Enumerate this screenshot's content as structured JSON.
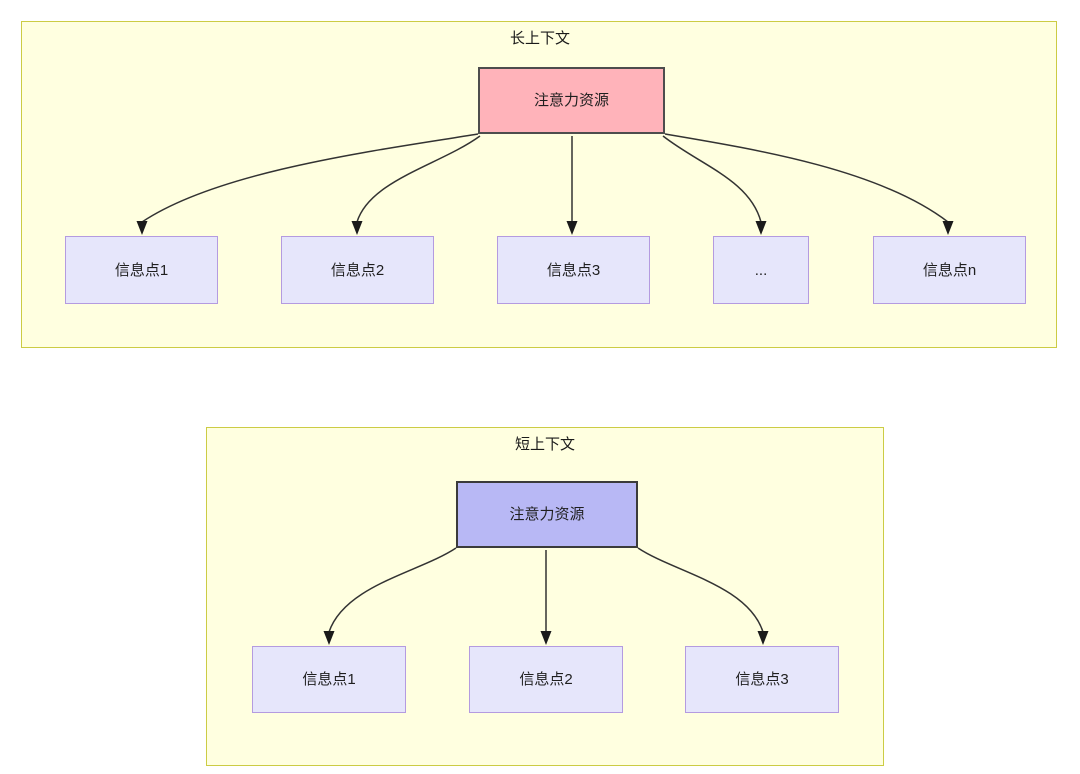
{
  "diagram": {
    "type": "flow-diagram",
    "background": "#ffffff",
    "colors": {
      "group_fill": "#ffffe0",
      "group_border": "#cccc44",
      "attention_long_fill": "#ffb3ba",
      "attention_long_border": "#4d4d4d",
      "attention_short_fill": "#b8b8f5",
      "attention_short_border": "#3b3b3b",
      "info_fill": "#e6e6fb",
      "info_border": "#b49be0",
      "edge_stroke": "#333333",
      "text": "#1f1f1f"
    },
    "groups": [
      {
        "id": "long-context",
        "title": "长上下文",
        "root": {
          "id": "attn-long",
          "label": "注意力资源"
        },
        "children": [
          {
            "id": "info-long-1",
            "label": "信息点1"
          },
          {
            "id": "info-long-2",
            "label": "信息点2"
          },
          {
            "id": "info-long-3",
            "label": "信息点3"
          },
          {
            "id": "info-long-ellipsis",
            "label": "..."
          },
          {
            "id": "info-long-n",
            "label": "信息点n"
          }
        ]
      },
      {
        "id": "short-context",
        "title": "短上下文",
        "root": {
          "id": "attn-short",
          "label": "注意力资源"
        },
        "children": [
          {
            "id": "info-short-1",
            "label": "信息点1"
          },
          {
            "id": "info-short-2",
            "label": "信息点2"
          },
          {
            "id": "info-short-3",
            "label": "信息点3"
          }
        ]
      }
    ]
  }
}
